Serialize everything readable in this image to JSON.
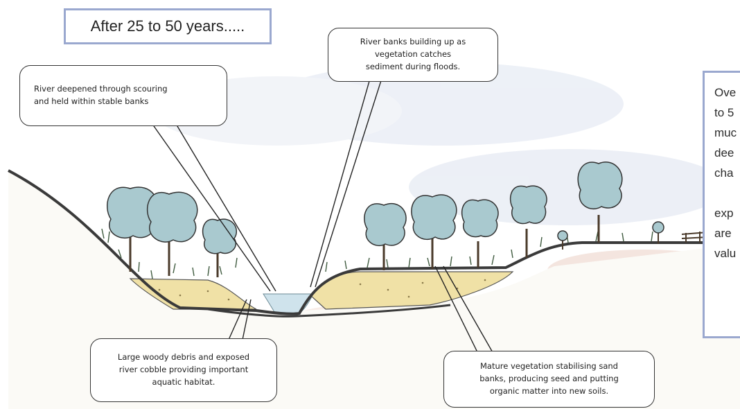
{
  "diagram": {
    "title": "After 25 to 50 years.....",
    "callouts": {
      "deepened": [
        "River deepened through scouring",
        "and held within stable banks"
      ],
      "banks": [
        "River banks building up as",
        "vegetation catches",
        "sediment during floods."
      ],
      "debris": [
        "Large woody debris and exposed",
        "river cobble providing important",
        "aquatic habitat."
      ],
      "mature": [
        "Mature vegetation stabilising sand",
        "banks, producing seed and putting",
        "organic matter into new soils."
      ]
    },
    "side_panel_lines": [
      "Ove",
      "to 5",
      "muc",
      "dee",
      "cha",
      "",
      "exp",
      "are",
      "valu"
    ],
    "colors": {
      "panel_border": "#9aa8cf",
      "water": "#cfe3ec",
      "sand": "#f0e1a6",
      "tree_fill": "#a9c9cf",
      "ground_line": "#3a3a3a"
    }
  }
}
